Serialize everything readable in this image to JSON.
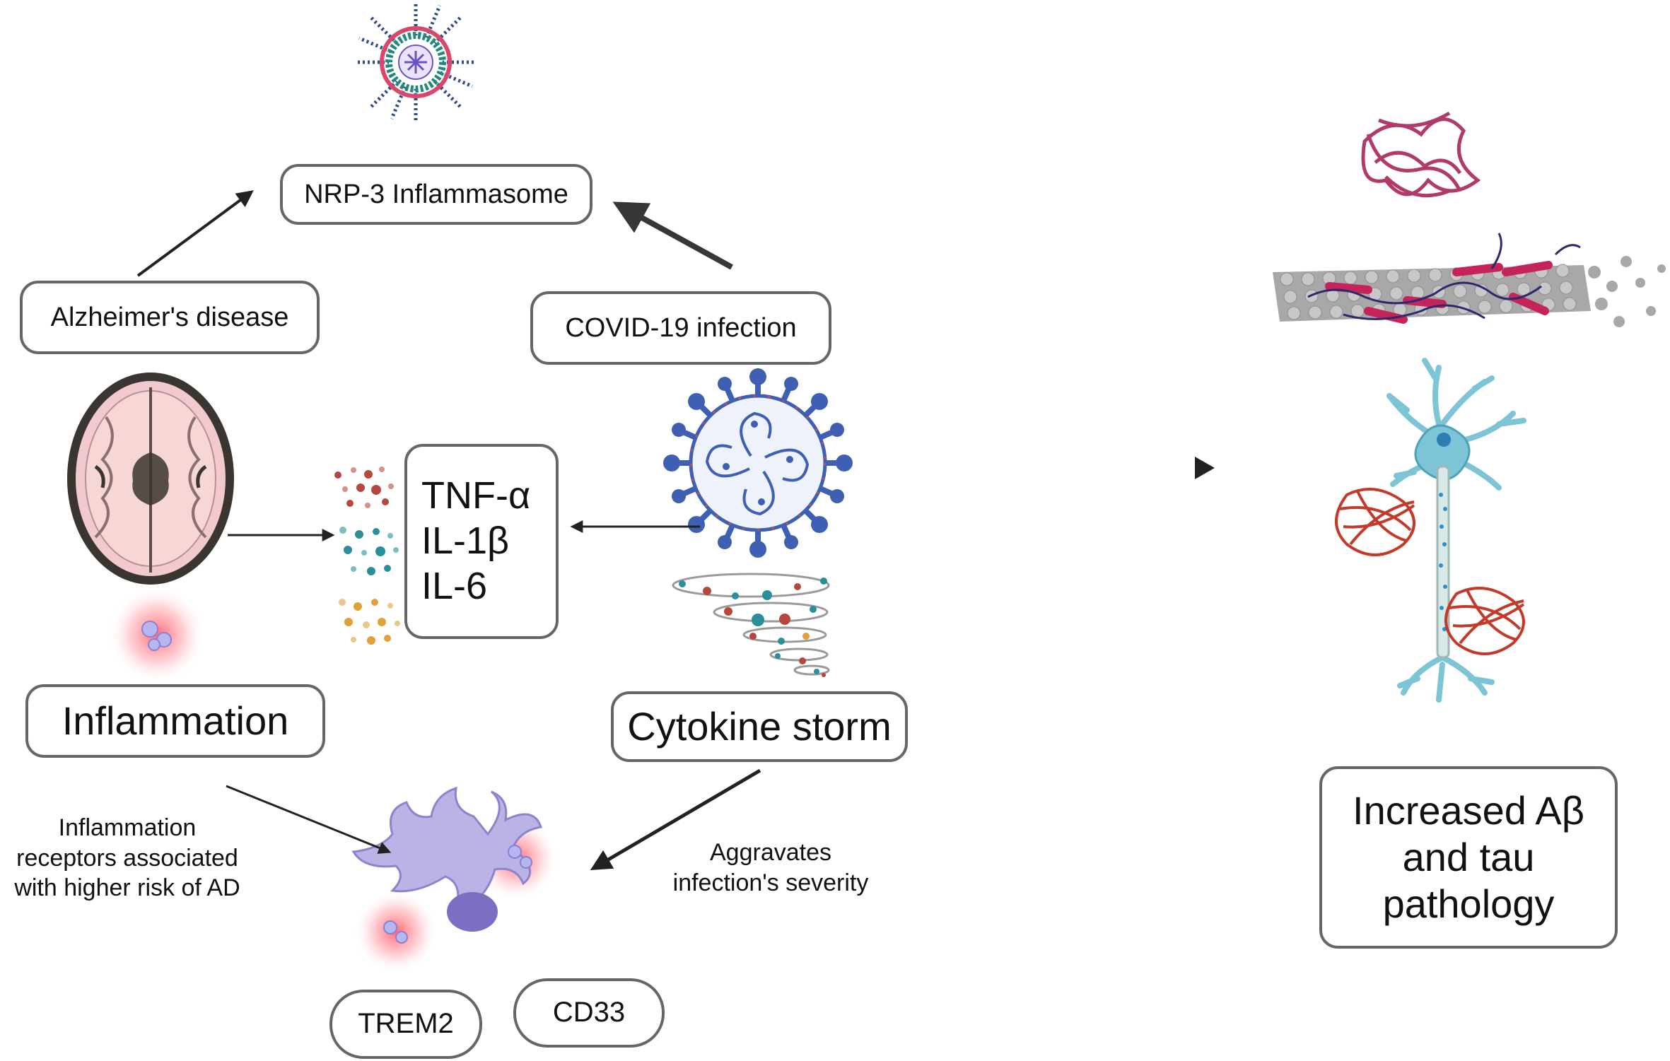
{
  "nodes": {
    "nrp3": "NRP-3 Inflammasome",
    "alzheimers": "Alzheimer's disease",
    "covid": "COVID-19 infection",
    "cytokines": [
      "TNF-α",
      "IL-1β",
      "IL-6"
    ],
    "inflammation": "Inflammation",
    "cytokine_storm": "Cytokine storm",
    "outcome": [
      "Increased Aβ",
      "and tau",
      "pathology"
    ],
    "trem2": "TREM2",
    "cd33": "CD33"
  },
  "annotations": {
    "receptors": [
      "Inflammation",
      "receptors associated",
      "with higher risk of AD"
    ],
    "aggravates": [
      "Aggravates",
      "infection's severity"
    ]
  },
  "colors": {
    "brain_tissue": "#f2c9cc",
    "virus_blue": "#3f5fb3",
    "neuron": "#7cc4d6",
    "tau_tangle": "#c23b2a",
    "amyloid": "#b03a6a",
    "microglia": "#b9b3e6",
    "inflammation_glow": "#ff5f6d"
  }
}
